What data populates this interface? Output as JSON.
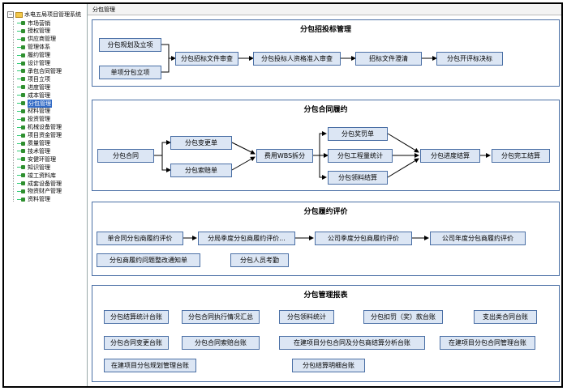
{
  "tree": {
    "root": "水电五局项目管理系统",
    "items": [
      "市场营销",
      "授权管理",
      "供应商管理",
      "管理体系",
      "履约管理",
      "设计管理",
      "承包合同管理",
      "项目立项",
      "进度管理",
      "成本管理",
      "分包管理",
      "材料管理",
      "投资管理",
      "机械设备管理",
      "项目资金管理",
      "质量管理",
      "技术管理",
      "安健环管理",
      "知识管理",
      "竣工资料库",
      "成套设备管理",
      "物资财产管理",
      "资料管理"
    ],
    "selected_index": 10
  },
  "breadcrumb": "分包管理",
  "panels": {
    "bid": {
      "title": "分包招投标管理",
      "boxes": [
        "分包规划及立项",
        "单项分包立项",
        "分包招标文件审查",
        "分包投标人资格准入审查",
        "招标文件澄清",
        "分包开评标决标"
      ]
    },
    "perform": {
      "title": "分包合同履约",
      "boxes": [
        "分包合同",
        "分包变更单",
        "分包索赔单",
        "费用WBS拆分",
        "分包奖罚单",
        "分包工程量统计",
        "分包领料结算",
        "分包进度结算",
        "分包完工结算"
      ]
    },
    "eval": {
      "title": "分包履约评价",
      "boxes": [
        "单合同分包商履约评价",
        "分局季度分包商履约评价...",
        "公司季度分包商履约评价",
        "公司年度分包商履约评价",
        "分包商履约问题整改通知单",
        "分包人员考勤"
      ]
    },
    "report": {
      "title": "分包管理报表",
      "boxes": [
        "分包结算统计台账",
        "分包合同执行情况汇总",
        "分包领料统计",
        "分包扣罚（奖）款台账",
        "支出类合同台账",
        "分包合同变更台账",
        "分包合同索赔台账",
        "在建项目分包合同及分包商结算分析台账",
        "在建项目分包合同管理台账",
        "在建项目分包规划管理台账",
        "分包结算明细台账"
      ]
    }
  }
}
